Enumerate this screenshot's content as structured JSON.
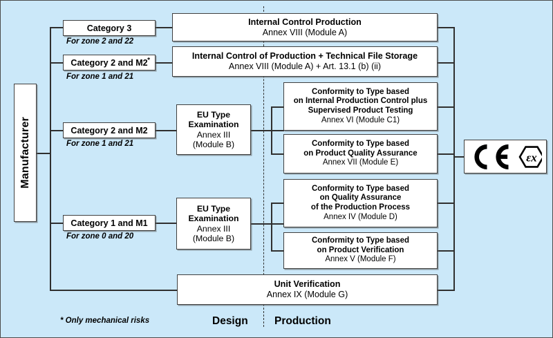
{
  "diagram": {
    "title": "ATEX conformity assessment routes",
    "background_color": "#cbe8f9",
    "box_fill": "#ffffff",
    "line_color": "#2f2f2f"
  },
  "manufacturer": {
    "label": "Manufacturer"
  },
  "categories": [
    {
      "id": "cat3",
      "label": "Category 3",
      "star": "",
      "zone": "For zone 2 and 22"
    },
    {
      "id": "cat2a",
      "label": "Category 2 and  M2",
      "star": "*",
      "zone": "For zone 1 and 21"
    },
    {
      "id": "cat2b",
      "label": "Category 2 and  M2",
      "star": "",
      "zone": "For zone 1 and 21"
    },
    {
      "id": "cat1",
      "label": "Category 1 and  M1",
      "star": "",
      "zone": "For zone 0 and 20"
    }
  ],
  "design": {
    "eu_type_1": {
      "line1": "EU Type",
      "line2": "Examination",
      "line3": "Annex  III",
      "line4": "(Module B)"
    },
    "eu_type_2": {
      "line1": "EU Type",
      "line2": "Examination",
      "line3": "Annex  III",
      "line4": "(Module B)"
    }
  },
  "production": {
    "internal_control_production": {
      "line1": "Internal Control Production",
      "line2": "Annex VIII (Module A)"
    },
    "internal_control_technical_file": {
      "line1": "Internal Control of Production + Technical File Storage",
      "line2": "Annex VIII (Module A) + Art. 13.1 (b) (ii)"
    },
    "conformity_1": {
      "line1": "Conformity to Type based",
      "line2": "on Internal Production Control plus",
      "line3": "Supervised Product Testing",
      "line4": "Annex  VI (Module C1)"
    },
    "conformity_2": {
      "line1": "Conformity to Type based",
      "line2": "on Product Quality Assurance",
      "line3": "Annex  VII (Module E)"
    },
    "conformity_3": {
      "line1": "Conformity to Type based",
      "line2": "on Quality Assurance",
      "line3": "of the Production Process",
      "line4": "Annex  IV (Module D)"
    },
    "conformity_4": {
      "line1": "Conformity to Type based",
      "line2": "on Product Verification",
      "line3": "Annex  V (Module F)"
    },
    "unit_verification": {
      "line1": "Unit Verification",
      "line2": "Annex IX (Module G)"
    }
  },
  "marking": {
    "ce": "CE",
    "ex": "Ex",
    "epsilon": "ε"
  },
  "footer": {
    "design_label": "Design",
    "production_label": "Production",
    "note": "* Only mechanical  risks"
  }
}
